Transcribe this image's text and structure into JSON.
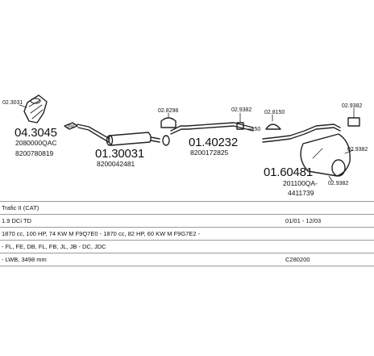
{
  "parts": {
    "clamp_a": "02.3031",
    "cat_number": "04.3045",
    "cat_ref1": "2080000QAC",
    "cat_ref2": "8200780819",
    "front_number": "01.30031",
    "front_ref": "8200042481",
    "clamp_b": "02.8298",
    "clamp_c": "02.9382",
    "clamp_d": "02.8150",
    "clamp_e": "02.9382",
    "clamp_f": "02.9382",
    "clamp_g": "02.9382",
    "mid_number": "01.40232",
    "mid_ref": "8200172825",
    "x50": "x50",
    "rear_number": "01.60481",
    "rear_ref1": "201100QA-",
    "rear_ref2": "4411739"
  },
  "info": {
    "rows": [
      {
        "left": "Trafic II (CAT)",
        "right": ""
      },
      {
        "left": "1.9 DCi TD",
        "right": "01/01 - 12/03"
      },
      {
        "left": "1870 cc, 100 HP, 74 KW M F9Q7E0 - 1870 cc, 82 HP, 60 KW M F9G7E2 -",
        "right": ""
      },
      {
        "left": "- FL, FE, DB, FL, FB, JL, JB - DC, JDC",
        "right": ""
      },
      {
        "left": "- LWB, 3498 mm",
        "right": "C280200"
      }
    ]
  }
}
